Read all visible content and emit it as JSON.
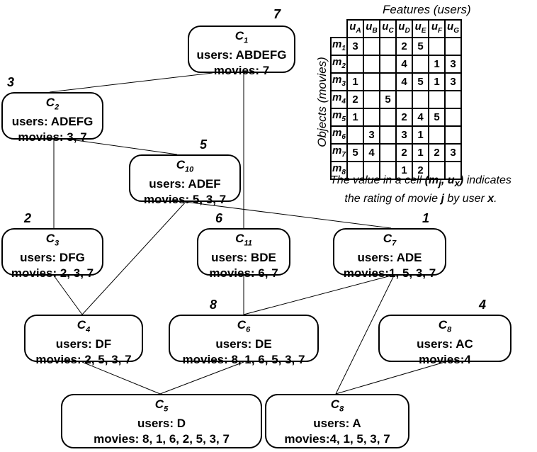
{
  "nodes": [
    {
      "id": "c1",
      "label": "C",
      "sub": "1",
      "users": "users: ABDEFG",
      "movies": "movies: 7",
      "num": "7"
    },
    {
      "id": "c2",
      "label": "C",
      "sub": "2",
      "users": "users: ADEFG",
      "movies": "movies: 3, 7",
      "num": "3"
    },
    {
      "id": "c10",
      "label": "C",
      "sub": "10",
      "users": "users: ADEF",
      "movies": "movies: 5, 3, 7",
      "num": "5"
    },
    {
      "id": "c3",
      "label": "C",
      "sub": "3",
      "users": "users: DFG",
      "movies": "movies: 2, 3, 7",
      "num": "2"
    },
    {
      "id": "c11",
      "label": "C",
      "sub": "11",
      "users": "users: BDE",
      "movies": "movies: 6, 7",
      "num": "6"
    },
    {
      "id": "c7",
      "label": "C",
      "sub": "7",
      "users": "users: ADE",
      "movies": "movies:1, 5, 3, 7",
      "num": "1"
    },
    {
      "id": "c4",
      "label": "C",
      "sub": "4",
      "users": "users: DF",
      "movies": "movies: 2, 5, 3, 7",
      "num": ""
    },
    {
      "id": "c6",
      "label": "C",
      "sub": "6",
      "users": "users: DE",
      "movies": "movies: 8, 1, 6, 5, 3, 7",
      "num": "8"
    },
    {
      "id": "c8a",
      "label": "C",
      "sub": "8",
      "users": "users: AC",
      "movies": "movies:4",
      "num": "4"
    },
    {
      "id": "c5",
      "label": "C",
      "sub": "5",
      "users": "users: D",
      "movies": "movies: 8, 1, 6, 2, 5, 3, 7",
      "num": ""
    },
    {
      "id": "c8b",
      "label": "C",
      "sub": "8",
      "users": "users: A",
      "movies": "movies:4, 1, 5, 3, 7",
      "num": ""
    }
  ],
  "edges": [
    [
      "c1",
      "c2"
    ],
    [
      "c1",
      "c11"
    ],
    [
      "c2",
      "c10"
    ],
    [
      "c2",
      "c3"
    ],
    [
      "c10",
      "c4"
    ],
    [
      "c10",
      "c7"
    ],
    [
      "c3",
      "c4"
    ],
    [
      "c11",
      "c6"
    ],
    [
      "c7",
      "c6"
    ],
    [
      "c7",
      "c8b"
    ],
    [
      "c4",
      "c5"
    ],
    [
      "c6",
      "c5"
    ],
    [
      "c8a",
      "c8b"
    ]
  ],
  "table": {
    "title": "Features (users)",
    "row_axis": "Objects (movies)",
    "cols": [
      {
        "l": "u",
        "s": "A"
      },
      {
        "l": "u",
        "s": "B"
      },
      {
        "l": "u",
        "s": "C"
      },
      {
        "l": "u",
        "s": "D"
      },
      {
        "l": "u",
        "s": "E"
      },
      {
        "l": "u",
        "s": "F"
      },
      {
        "l": "u",
        "s": "G"
      }
    ],
    "rows": [
      {
        "l": "m",
        "s": "1",
        "cells": [
          "3",
          "",
          "",
          "2",
          "5",
          "",
          ""
        ]
      },
      {
        "l": "m",
        "s": "2",
        "cells": [
          "",
          "",
          "",
          "4",
          "",
          "1",
          "3"
        ]
      },
      {
        "l": "m",
        "s": "3",
        "cells": [
          "1",
          "",
          "",
          "4",
          "5",
          "1",
          "3"
        ]
      },
      {
        "l": "m",
        "s": "4",
        "cells": [
          "2",
          "",
          "5",
          "",
          "",
          "",
          ""
        ]
      },
      {
        "l": "m",
        "s": "5",
        "cells": [
          "1",
          "",
          "",
          "2",
          "4",
          "5",
          ""
        ]
      },
      {
        "l": "m",
        "s": "6",
        "cells": [
          "",
          "3",
          "",
          "3",
          "1",
          "",
          ""
        ]
      },
      {
        "l": "m",
        "s": "7",
        "cells": [
          "5",
          "4",
          "",
          "2",
          "1",
          "2",
          "3"
        ]
      },
      {
        "l": "m",
        "s": "8",
        "cells": [
          "",
          "",
          "",
          "1",
          "2",
          "",
          ""
        ]
      }
    ]
  },
  "caption": {
    "p1": "The value in a cell ",
    "p2": "(m",
    "p3": "j",
    "p4": ", u",
    "p5": "x",
    "p6": ")",
    "p7": " indicates",
    "p8": "the rating of movie ",
    "p9": "j",
    "p10": " by user ",
    "p11": "x",
    "p12": "."
  }
}
